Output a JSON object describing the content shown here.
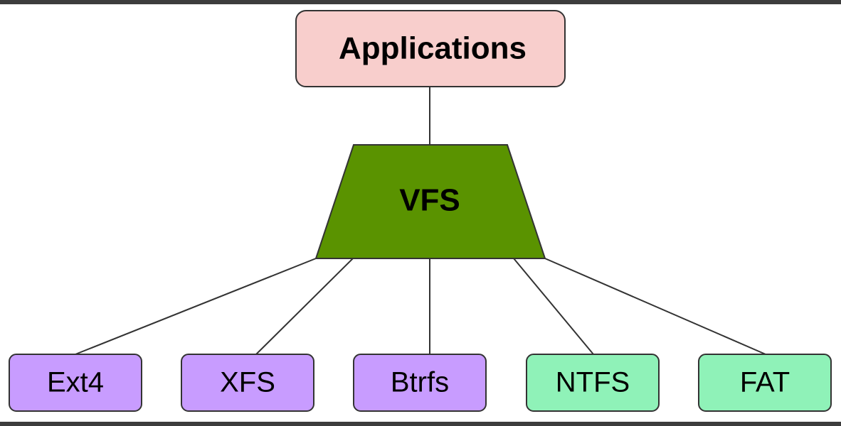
{
  "nodes": {
    "applications": {
      "label": "Applications"
    },
    "vfs": {
      "label": "VFS"
    },
    "filesystems": [
      {
        "key": "ext4",
        "label": "Ext4"
      },
      {
        "key": "xfs",
        "label": "XFS"
      },
      {
        "key": "btrfs",
        "label": "Btrfs"
      },
      {
        "key": "ntfs",
        "label": "NTFS"
      },
      {
        "key": "fat",
        "label": "FAT"
      }
    ]
  },
  "colors": {
    "applications_fill": "#f8cecc",
    "vfs_fill": "#5a9300",
    "linux_fs_fill": "#c89cff",
    "other_fs_fill": "#8ff2b8",
    "stroke": "#333333",
    "frame_bar": "#3d3d3d"
  }
}
